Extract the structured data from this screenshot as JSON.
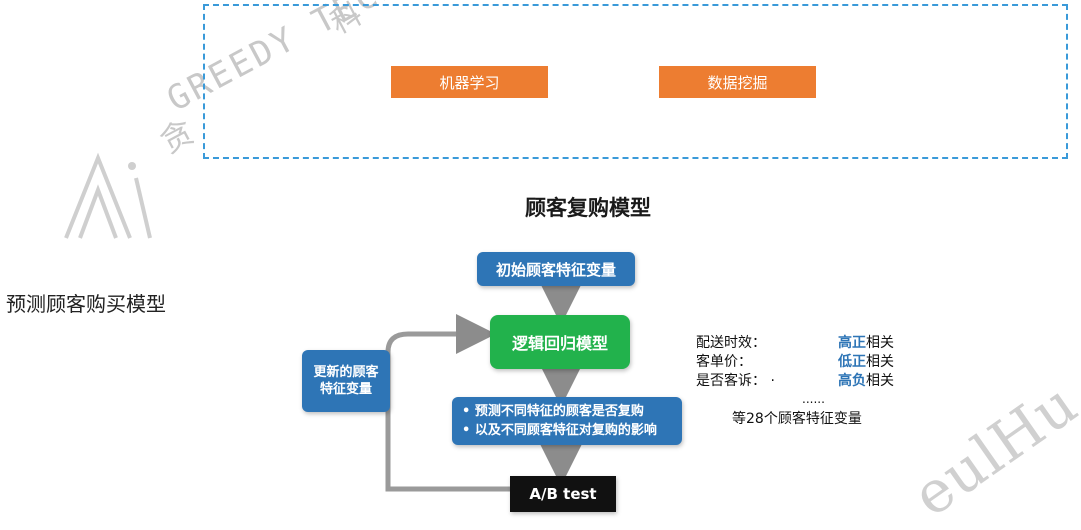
{
  "watermark": {
    "en": "GREEDY TECHNOLOGY",
    "cn": "科",
    "cn2": "贪",
    "right": "eulHu"
  },
  "tags": {
    "ml": "机器学习",
    "dm": "数据挖掘"
  },
  "title": "顾客复购模型",
  "side_label": "预测顾客购买模型",
  "flow": {
    "init": "初始顾客特征变量",
    "logit": "逻辑回归模型",
    "update_line1": "更新的顾客",
    "update_line2": "特征变量",
    "predict_line1": "•  预测不同特征的顾客是否复购",
    "predict_line2": "•  以及不同顾客特征对复购的影响",
    "ab": "A/B test"
  },
  "features": [
    {
      "name": "配送时效：",
      "strong": "高正",
      "rest": "相关"
    },
    {
      "name": "客单价：",
      "strong": "低正",
      "rest": "相关"
    },
    {
      "name": "是否客诉：   ·",
      "strong": "高负",
      "rest": "相关"
    }
  ],
  "features_dots": "......",
  "features_more": "等28个顾客特征变量",
  "colors": {
    "orange": "#ed7d31",
    "blue": "#2e75b6",
    "green": "#22b24c",
    "dashed": "#3a9ad9"
  }
}
